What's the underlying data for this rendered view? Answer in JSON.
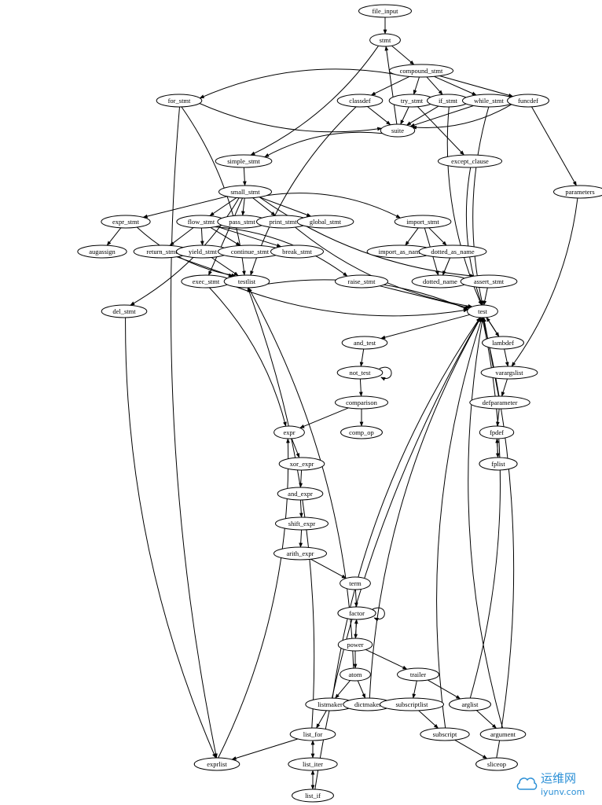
{
  "graph": {
    "nodes": [
      {
        "id": "file_input",
        "label": "file_input"
      },
      {
        "id": "stmt",
        "label": "stmt"
      },
      {
        "id": "compound_stmt",
        "label": "compound_stmt"
      },
      {
        "id": "for_stmt",
        "label": "for_stmt"
      },
      {
        "id": "classdef",
        "label": "classdef"
      },
      {
        "id": "try_stmt",
        "label": "try_stmt"
      },
      {
        "id": "if_stmt",
        "label": "if_stmt"
      },
      {
        "id": "while_stmt",
        "label": "while_stmt"
      },
      {
        "id": "funcdef",
        "label": "funcdef"
      },
      {
        "id": "suite",
        "label": "suite"
      },
      {
        "id": "simple_stmt",
        "label": "simple_stmt"
      },
      {
        "id": "except_clause",
        "label": "except_clause"
      },
      {
        "id": "parameters",
        "label": "parameters"
      },
      {
        "id": "small_stmt",
        "label": "small_stmt"
      },
      {
        "id": "expr_stmt",
        "label": "expr_stmt"
      },
      {
        "id": "flow_stmt",
        "label": "flow_stmt"
      },
      {
        "id": "pass_stmt",
        "label": "pass_stmt"
      },
      {
        "id": "print_stmt",
        "label": "print_stmt"
      },
      {
        "id": "global_stmt",
        "label": "global_stmt"
      },
      {
        "id": "import_stmt",
        "label": "import_stmt"
      },
      {
        "id": "augassign",
        "label": "augassign"
      },
      {
        "id": "return_stmt",
        "label": "return_stmt"
      },
      {
        "id": "yield_stmt",
        "label": "yield_stmt"
      },
      {
        "id": "continue_stmt",
        "label": "continue_stmt"
      },
      {
        "id": "break_stmt",
        "label": "break_stmt"
      },
      {
        "id": "import_as_name",
        "label": "import_as_name"
      },
      {
        "id": "dotted_as_name",
        "label": "dotted_as_name"
      },
      {
        "id": "exec_stmt",
        "label": "exec_stmt"
      },
      {
        "id": "testlist",
        "label": "testlist"
      },
      {
        "id": "raise_stmt",
        "label": "raise_stmt"
      },
      {
        "id": "dotted_name",
        "label": "dotted_name"
      },
      {
        "id": "assert_stmt",
        "label": "assert_stmt"
      },
      {
        "id": "del_stmt",
        "label": "del_stmt"
      },
      {
        "id": "test",
        "label": "test"
      },
      {
        "id": "and_test",
        "label": "and_test"
      },
      {
        "id": "lambdef",
        "label": "lambdef"
      },
      {
        "id": "not_test",
        "label": "not_test"
      },
      {
        "id": "varargslist",
        "label": "varargslist"
      },
      {
        "id": "comparison",
        "label": "comparison"
      },
      {
        "id": "defparameter",
        "label": "defparameter"
      },
      {
        "id": "expr",
        "label": "expr"
      },
      {
        "id": "comp_op",
        "label": "comp_op"
      },
      {
        "id": "fpdef",
        "label": "fpdef"
      },
      {
        "id": "fplist",
        "label": "fplist"
      },
      {
        "id": "xor_expr",
        "label": "xor_expr"
      },
      {
        "id": "and_expr",
        "label": "and_expr"
      },
      {
        "id": "shift_expr",
        "label": "shift_expr"
      },
      {
        "id": "arith_expr",
        "label": "arith_expr"
      },
      {
        "id": "term",
        "label": "term"
      },
      {
        "id": "factor",
        "label": "factor"
      },
      {
        "id": "power",
        "label": "power"
      },
      {
        "id": "atom",
        "label": "atom"
      },
      {
        "id": "trailer",
        "label": "trailer"
      },
      {
        "id": "listmaker",
        "label": "listmaker"
      },
      {
        "id": "dictmaker",
        "label": "dictmaker"
      },
      {
        "id": "subscriptlist",
        "label": "subscriptlist"
      },
      {
        "id": "arglist",
        "label": "arglist"
      },
      {
        "id": "list_for",
        "label": "list_for"
      },
      {
        "id": "subscript",
        "label": "subscript"
      },
      {
        "id": "argument",
        "label": "argument"
      },
      {
        "id": "exprlist",
        "label": "exprlist"
      },
      {
        "id": "list_iter",
        "label": "list_iter"
      },
      {
        "id": "sliceop",
        "label": "sliceop"
      },
      {
        "id": "list_if",
        "label": "list_if"
      }
    ],
    "edges": [
      [
        "file_input",
        "stmt"
      ],
      [
        "stmt",
        "compound_stmt"
      ],
      [
        "stmt",
        "simple_stmt"
      ],
      [
        "compound_stmt",
        "for_stmt"
      ],
      [
        "compound_stmt",
        "classdef"
      ],
      [
        "compound_stmt",
        "try_stmt"
      ],
      [
        "compound_stmt",
        "if_stmt"
      ],
      [
        "compound_stmt",
        "while_stmt"
      ],
      [
        "compound_stmt",
        "funcdef"
      ],
      [
        "for_stmt",
        "suite"
      ],
      [
        "for_stmt",
        "testlist"
      ],
      [
        "for_stmt",
        "exprlist"
      ],
      [
        "classdef",
        "suite"
      ],
      [
        "classdef",
        "testlist"
      ],
      [
        "try_stmt",
        "suite"
      ],
      [
        "try_stmt",
        "except_clause"
      ],
      [
        "if_stmt",
        "suite"
      ],
      [
        "if_stmt",
        "test"
      ],
      [
        "while_stmt",
        "suite"
      ],
      [
        "while_stmt",
        "test"
      ],
      [
        "funcdef",
        "suite"
      ],
      [
        "funcdef",
        "parameters"
      ],
      [
        "suite",
        "stmt"
      ],
      [
        "suite",
        "simple_stmt"
      ],
      [
        "simple_stmt",
        "small_stmt"
      ],
      [
        "except_clause",
        "test"
      ],
      [
        "parameters",
        "varargslist"
      ],
      [
        "small_stmt",
        "expr_stmt"
      ],
      [
        "small_stmt",
        "flow_stmt"
      ],
      [
        "small_stmt",
        "pass_stmt"
      ],
      [
        "small_stmt",
        "print_stmt"
      ],
      [
        "small_stmt",
        "global_stmt"
      ],
      [
        "small_stmt",
        "import_stmt"
      ],
      [
        "small_stmt",
        "exec_stmt"
      ],
      [
        "small_stmt",
        "del_stmt"
      ],
      [
        "small_stmt",
        "assert_stmt"
      ],
      [
        "expr_stmt",
        "augassign"
      ],
      [
        "expr_stmt",
        "testlist"
      ],
      [
        "flow_stmt",
        "return_stmt"
      ],
      [
        "flow_stmt",
        "yield_stmt"
      ],
      [
        "flow_stmt",
        "continue_stmt"
      ],
      [
        "flow_stmt",
        "break_stmt"
      ],
      [
        "flow_stmt",
        "raise_stmt"
      ],
      [
        "print_stmt",
        "test"
      ],
      [
        "import_stmt",
        "import_as_name"
      ],
      [
        "import_stmt",
        "dotted_as_name"
      ],
      [
        "import_stmt",
        "dotted_name"
      ],
      [
        "dotted_as_name",
        "dotted_name"
      ],
      [
        "return_stmt",
        "testlist"
      ],
      [
        "yield_stmt",
        "testlist"
      ],
      [
        "exec_stmt",
        "expr"
      ],
      [
        "exec_stmt",
        "test"
      ],
      [
        "testlist",
        "test"
      ],
      [
        "raise_stmt",
        "test"
      ],
      [
        "assert_stmt",
        "test"
      ],
      [
        "del_stmt",
        "exprlist"
      ],
      [
        "test",
        "and_test"
      ],
      [
        "test",
        "lambdef"
      ],
      [
        "lambdef",
        "varargslist"
      ],
      [
        "lambdef",
        "test"
      ],
      [
        "and_test",
        "not_test"
      ],
      [
        "not_test",
        "not_test"
      ],
      [
        "not_test",
        "comparison"
      ],
      [
        "varargslist",
        "defparameter"
      ],
      [
        "defparameter",
        "fpdef"
      ],
      [
        "defparameter",
        "test"
      ],
      [
        "fpdef",
        "fplist"
      ],
      [
        "fplist",
        "fpdef"
      ],
      [
        "comparison",
        "expr"
      ],
      [
        "comparison",
        "comp_op"
      ],
      [
        "expr",
        "xor_expr"
      ],
      [
        "xor_expr",
        "and_expr"
      ],
      [
        "and_expr",
        "shift_expr"
      ],
      [
        "shift_expr",
        "arith_expr"
      ],
      [
        "arith_expr",
        "term"
      ],
      [
        "term",
        "factor"
      ],
      [
        "factor",
        "factor"
      ],
      [
        "factor",
        "power"
      ],
      [
        "power",
        "factor"
      ],
      [
        "power",
        "atom"
      ],
      [
        "power",
        "trailer"
      ],
      [
        "atom",
        "testlist"
      ],
      [
        "atom",
        "listmaker"
      ],
      [
        "atom",
        "dictmaker"
      ],
      [
        "trailer",
        "subscriptlist"
      ],
      [
        "trailer",
        "arglist"
      ],
      [
        "listmaker",
        "test"
      ],
      [
        "listmaker",
        "list_for"
      ],
      [
        "dictmaker",
        "test"
      ],
      [
        "subscriptlist",
        "subscript"
      ],
      [
        "arglist",
        "argument"
      ],
      [
        "arglist",
        "test"
      ],
      [
        "subscript",
        "test"
      ],
      [
        "subscript",
        "sliceop"
      ],
      [
        "argument",
        "test"
      ],
      [
        "sliceop",
        "test"
      ],
      [
        "list_for",
        "exprlist"
      ],
      [
        "list_for",
        "testlist"
      ],
      [
        "list_for",
        "list_iter"
      ],
      [
        "list_iter",
        "list_for"
      ],
      [
        "list_iter",
        "list_if"
      ],
      [
        "list_if",
        "list_iter"
      ],
      [
        "list_if",
        "test"
      ],
      [
        "exprlist",
        "expr"
      ]
    ]
  },
  "watermark": {
    "brand": "运维网",
    "site": "iyunv.com"
  },
  "colors": {
    "stroke": "#000000",
    "background": "#ffffff",
    "watermark": "#2a8fd6"
  }
}
